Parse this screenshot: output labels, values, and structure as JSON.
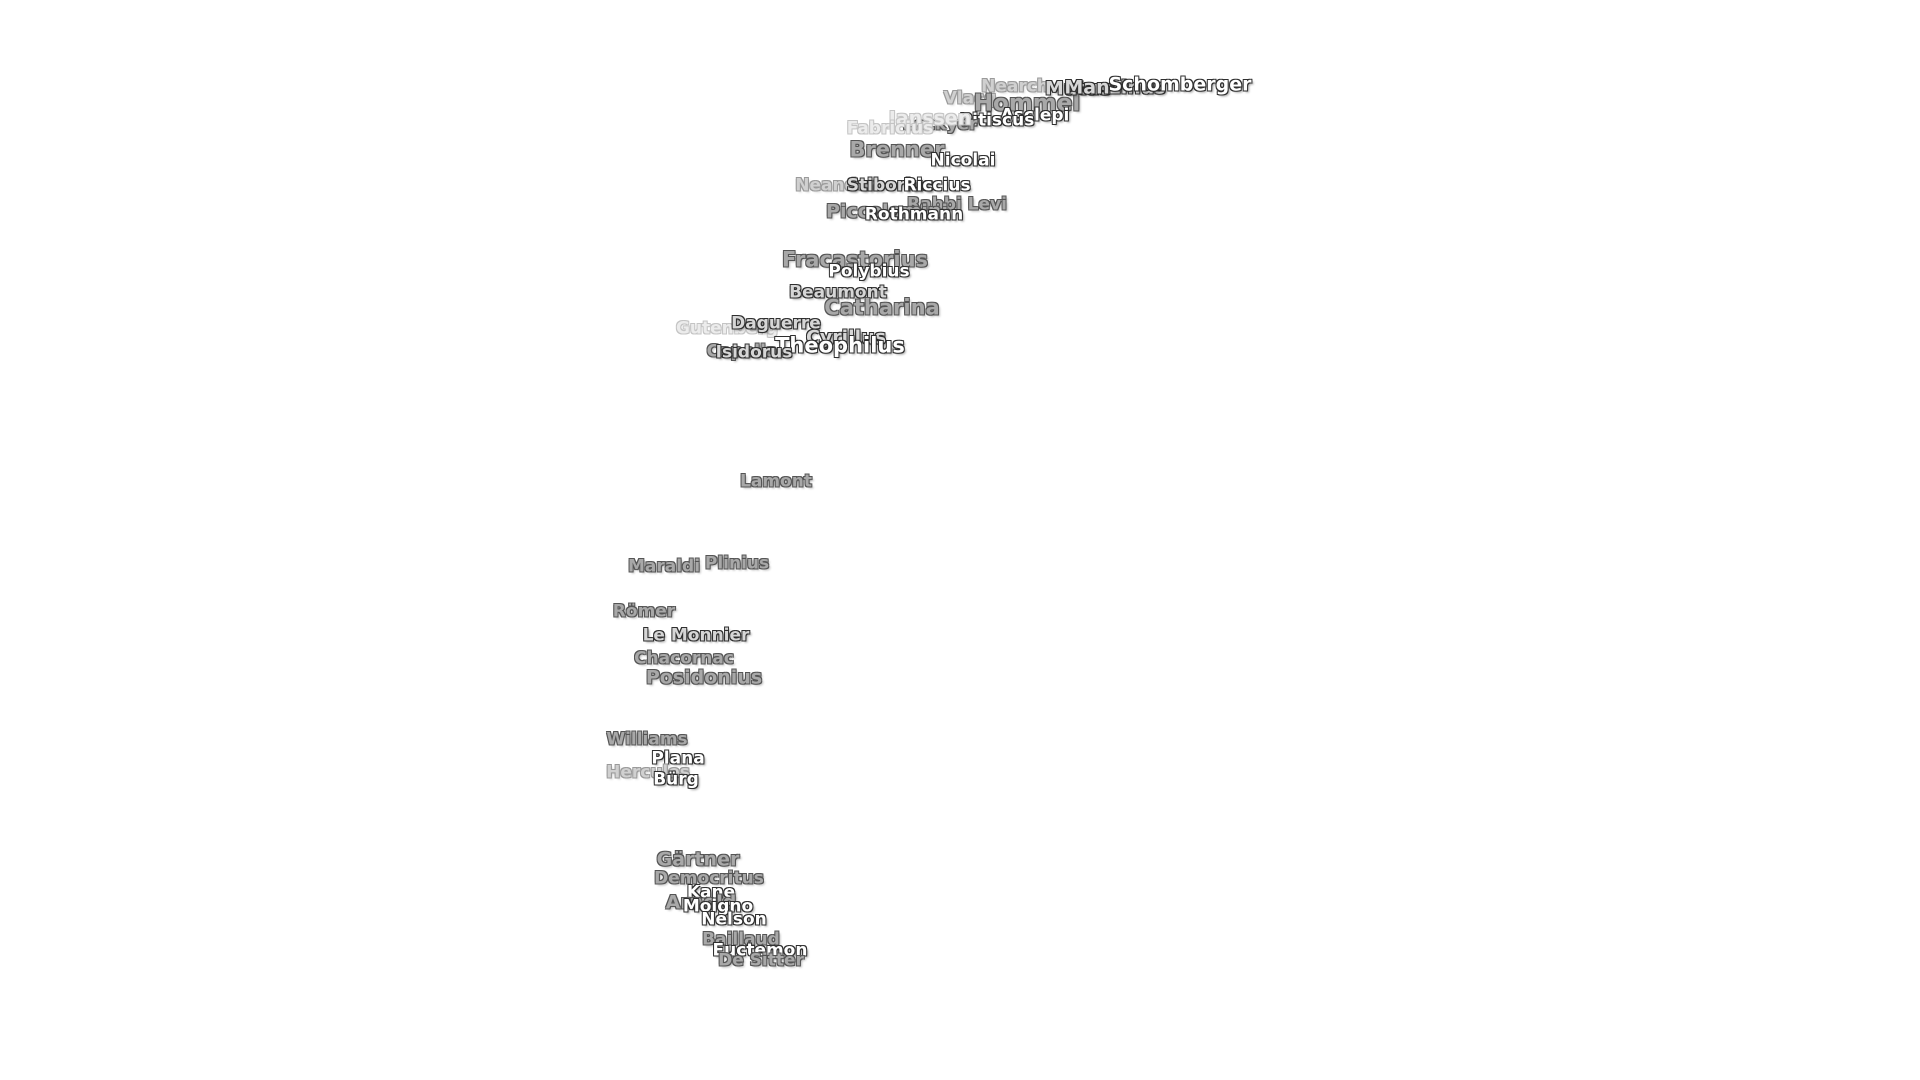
{
  "map": {
    "labels": [
      {
        "name": "Nearch",
        "tone": "t4",
        "size": "s16"
      },
      {
        "name": "Vlacq",
        "tone": "t4",
        "size": "s16"
      },
      {
        "name": "Hommel",
        "tone": "t3",
        "size": "s22"
      },
      {
        "name": "Mutus",
        "tone": "t2",
        "size": "s18"
      },
      {
        "name": "Manzinus",
        "tone": "t2",
        "size": "s18"
      },
      {
        "name": "Schomberger",
        "tone": "t1",
        "size": "s18"
      },
      {
        "name": "Asclepi",
        "tone": "t1",
        "size": "s16"
      },
      {
        "name": "Pitiscus",
        "tone": "t1",
        "size": "s16"
      },
      {
        "name": "Lockyer",
        "tone": "t3",
        "size": "s16"
      },
      {
        "name": "Janssen",
        "tone": "t5",
        "size": "s18"
      },
      {
        "name": "Fabricius",
        "tone": "t5",
        "size": "s16"
      },
      {
        "name": "Brenner",
        "tone": "t3",
        "size": "s20"
      },
      {
        "name": "Nicolai",
        "tone": "t1",
        "size": "s16"
      },
      {
        "name": "Neander",
        "tone": "t4",
        "size": "s16"
      },
      {
        "name": "Stiborius",
        "tone": "t2",
        "size": "s16"
      },
      {
        "name": "Riccius",
        "tone": "t1",
        "size": "s16"
      },
      {
        "name": "Rabbi Levi",
        "tone": "t3",
        "size": "s16"
      },
      {
        "name": "Piccolomini",
        "tone": "t3",
        "size": "s18"
      },
      {
        "name": "Rothmann",
        "tone": "t1",
        "size": "s16"
      },
      {
        "name": "Fracastorius",
        "tone": "t3",
        "size": "s20"
      },
      {
        "name": "Polybius",
        "tone": "t1",
        "size": "s16"
      },
      {
        "name": "Beaumont",
        "tone": "t2",
        "size": "s16"
      },
      {
        "name": "Catharina",
        "tone": "t3",
        "size": "s20"
      },
      {
        "name": "Gutenberg",
        "tone": "t5",
        "size": "s16"
      },
      {
        "name": "Daguerre",
        "tone": "t2",
        "size": "s16"
      },
      {
        "name": "Cyrillus",
        "tone": "t2",
        "size": "s18"
      },
      {
        "name": "Theophilus",
        "tone": "t1",
        "size": "s20"
      },
      {
        "name": "Capella",
        "tone": "t3",
        "size": "s16"
      },
      {
        "name": "Isidorus",
        "tone": "t2",
        "size": "s16"
      },
      {
        "name": "Lamont",
        "tone": "t3",
        "size": "s16"
      },
      {
        "name": "Maraldi",
        "tone": "t3",
        "size": "s16"
      },
      {
        "name": "Plinius",
        "tone": "t3",
        "size": "s16"
      },
      {
        "name": "Römer",
        "tone": "t3",
        "size": "s16"
      },
      {
        "name": "Le Monnier",
        "tone": "t2",
        "size": "s16"
      },
      {
        "name": "Chacornac",
        "tone": "t3",
        "size": "s16"
      },
      {
        "name": "Posidonius",
        "tone": "t3",
        "size": "s18"
      },
      {
        "name": "Williams",
        "tone": "t3",
        "size": "s16"
      },
      {
        "name": "Plana",
        "tone": "t1",
        "size": "s16"
      },
      {
        "name": "Hercules",
        "tone": "t4",
        "size": "s16"
      },
      {
        "name": "Bürg",
        "tone": "t1",
        "size": "s16"
      },
      {
        "name": "Gärtner",
        "tone": "t3",
        "size": "s18"
      },
      {
        "name": "Democritus",
        "tone": "t3",
        "size": "s16"
      },
      {
        "name": "Kane",
        "tone": "t1",
        "size": "s16"
      },
      {
        "name": "Arnold",
        "tone": "t3",
        "size": "s18"
      },
      {
        "name": "Moigno",
        "tone": "t1",
        "size": "s16"
      },
      {
        "name": "Nelson",
        "tone": "t1",
        "size": "s16"
      },
      {
        "name": "Baillaud",
        "tone": "t3",
        "size": "s16"
      },
      {
        "name": "Euctemon",
        "tone": "t1",
        "size": "s16"
      },
      {
        "name": "De Sitter",
        "tone": "t3",
        "size": "s16"
      }
    ]
  }
}
